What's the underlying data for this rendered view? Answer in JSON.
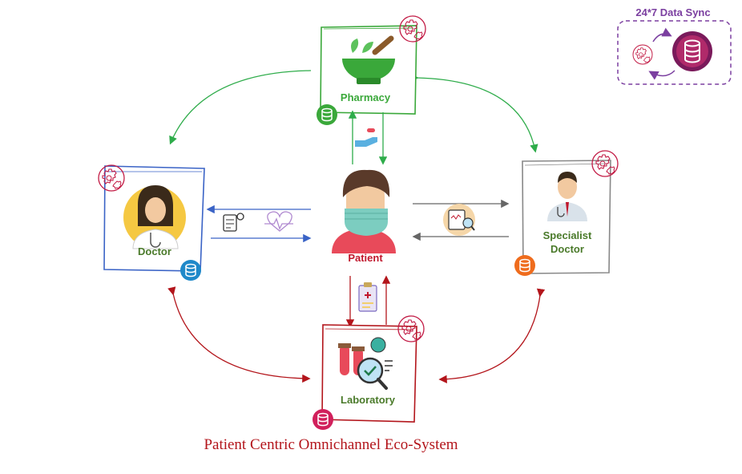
{
  "nodes": {
    "pharmacy": {
      "label": "Pharmacy",
      "color": "#3aa83a"
    },
    "doctor": {
      "label": "Doctor",
      "color": "#4a7a2a"
    },
    "patient": {
      "label": "Patient",
      "color": "#c0182d"
    },
    "specialist": {
      "label_line1": "Specialist",
      "label_line2": "Doctor",
      "color": "#4a7a2a"
    },
    "laboratory": {
      "label": "Laboratory",
      "color": "#4a7a2a"
    }
  },
  "data_sync": {
    "label": "24*7 Data Sync",
    "color": "#7b3fa0"
  },
  "footer": {
    "title": "Patient Centric Omnichannel Eco-System",
    "color": "#b3151b"
  },
  "colors": {
    "green": "#2eac4a",
    "blue": "#3a63c6",
    "gray": "#666666",
    "red": "#b3151b",
    "gear": "#c21a44",
    "pink_db": "#d11f5b",
    "blue_db": "#1f89c9",
    "orange_db": "#ef6c1d",
    "green_db": "#3aa83a"
  }
}
